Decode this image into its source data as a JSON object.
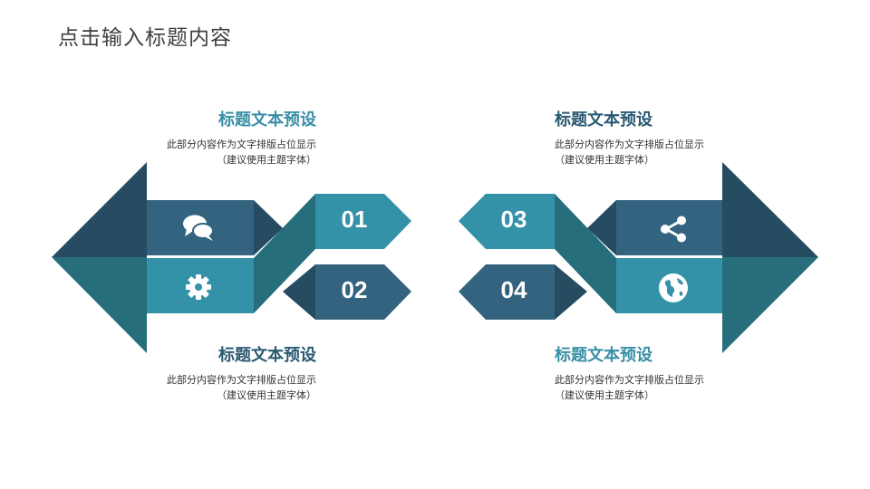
{
  "title": "点击输入标题内容",
  "colors": {
    "dark": "#264c62",
    "teal_dark": "#266e7c",
    "steel": "#33637f",
    "teal": "#3391a8",
    "heading_teal": "#3a8fa6",
    "heading_dark": "#2b5a73"
  },
  "steps": [
    {
      "number": "01",
      "icon": "chat-bubbles-icon"
    },
    {
      "number": "02",
      "icon": "gear-icon"
    },
    {
      "number": "03",
      "icon": "share-icon"
    },
    {
      "number": "04",
      "icon": "globe-icon"
    }
  ],
  "blocks": {
    "top_left": {
      "heading": "标题文本预设",
      "line1": "此部分内容作为文字排版占位显示",
      "line2": "（建议使用主题字体）"
    },
    "top_right": {
      "heading": "标题文本预设",
      "line1": "此部分内容作为文字排版占位显示",
      "line2": "（建议使用主题字体）"
    },
    "bottom_left": {
      "heading": "标题文本预设",
      "line1": "此部分内容作为文字排版占位显示",
      "line2": "（建议使用主题字体）"
    },
    "bottom_right": {
      "heading": "标题文本预设",
      "line1": "此部分内容作为文字排版占位显示",
      "line2": "（建议使用主题字体）"
    }
  }
}
